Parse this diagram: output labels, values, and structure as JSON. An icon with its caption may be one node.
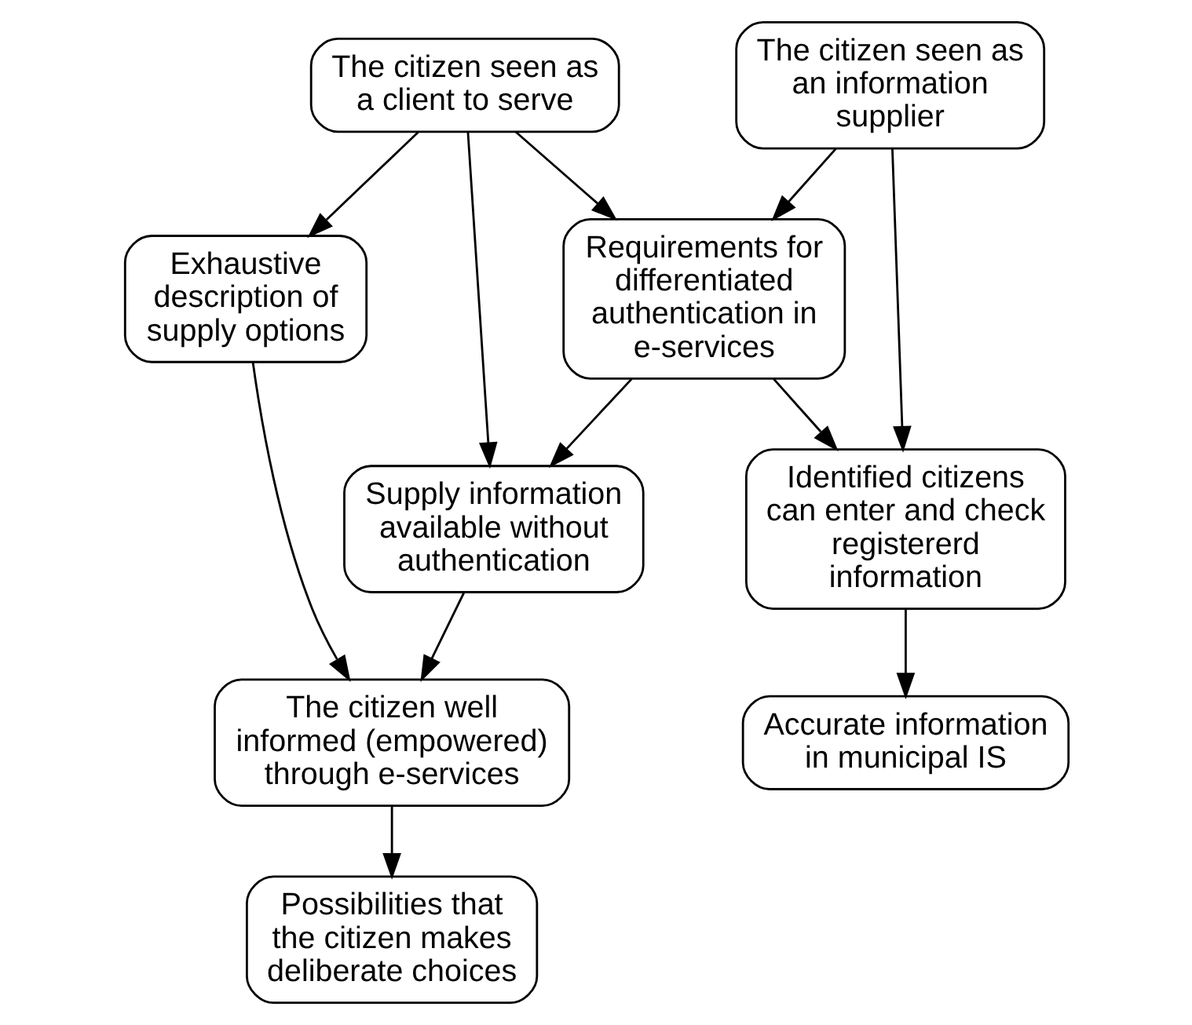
{
  "diagram": {
    "nodes": [
      {
        "text": [
          "The citizen seen as a client to serve"
        ]
      },
      {
        "text": [
          "The citizen seen as an information supplier"
        ]
      },
      {
        "text": [
          "Requirements for differentiated authentication in e-services"
        ]
      },
      {
        "text": [
          "Exhaustive description of supply options"
        ]
      },
      {
        "text": [
          "Supply information available without authentication"
        ]
      },
      {
        "text": [
          "Identified citizens can enter and check registererd information"
        ]
      },
      {
        "text": [
          "The citizen well informed (empowered) through e-services"
        ]
      },
      {
        "text": [
          "Accurate information in municipal IS"
        ]
      },
      {
        "text": [
          "Possibilities that the citizen makes deliberate choices"
        ]
      }
    ],
    "edges": [
      {
        "from": 0,
        "to": 2,
        "arrow": "to"
      },
      {
        "from": 0,
        "to": 3,
        "arrow": "to"
      },
      {
        "from": 0,
        "to": 4,
        "arrow": "to"
      },
      {
        "from": 1,
        "to": 2,
        "arrow": "to"
      },
      {
        "from": 1,
        "to": 5,
        "arrow": "to"
      },
      {
        "from": 2,
        "to": 4,
        "arrow": "to"
      },
      {
        "from": 2,
        "to": 5,
        "arrow": "to"
      },
      {
        "from": 3,
        "to": 6,
        "arrow": "to"
      },
      {
        "from": 4,
        "to": 6,
        "arrow": "to"
      },
      {
        "from": 5,
        "to": 7,
        "arrow": "to"
      },
      {
        "from": 6,
        "to": 8,
        "arrow": "to"
      }
    ]
  }
}
